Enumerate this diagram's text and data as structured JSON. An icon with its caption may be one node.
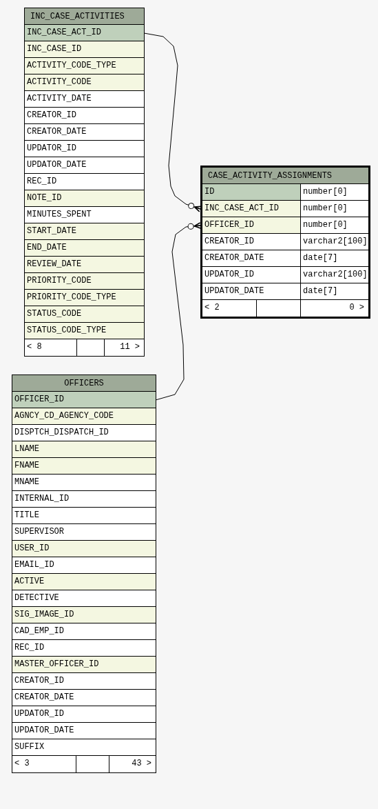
{
  "diagram": {
    "nodes": [
      {
        "text": [
          "INC_CASE_ACTIVITIES"
        ]
      },
      {
        "text": [
          "INC_CASE_ACT_ID"
        ],
        "in": 0
      },
      {
        "text": [
          "INC_CASE_ID"
        ],
        "in": 0
      },
      {
        "text": [
          "ACTIVITY_CODE_TYPE"
        ],
        "in": 0
      },
      {
        "text": [
          "ACTIVITY_CODE"
        ],
        "in": 0
      },
      {
        "text": [
          "ACTIVITY_DATE"
        ],
        "in": 0
      },
      {
        "text": [
          "CREATOR_ID"
        ],
        "in": 0
      },
      {
        "text": [
          "CREATOR_DATE"
        ],
        "in": 0
      },
      {
        "text": [
          "UPDATOR_ID"
        ],
        "in": 0
      },
      {
        "text": [
          "UPDATOR_DATE"
        ],
        "in": 0
      },
      {
        "text": [
          "REC_ID"
        ],
        "in": 0
      },
      {
        "text": [
          "NOTE_ID"
        ],
        "in": 0
      },
      {
        "text": [
          "MINUTES_SPENT"
        ],
        "in": 0
      },
      {
        "text": [
          "START_DATE"
        ],
        "in": 0
      },
      {
        "text": [
          "END_DATE"
        ],
        "in": 0
      },
      {
        "text": [
          "REVIEW_DATE"
        ],
        "in": 0
      },
      {
        "text": [
          "PRIORITY_CODE"
        ],
        "in": 0
      },
      {
        "text": [
          "PRIORITY_CODE_TYPE"
        ],
        "in": 0
      },
      {
        "text": [
          "STATUS_CODE"
        ],
        "in": 0
      },
      {
        "text": [
          "STATUS_CODE_TYPE"
        ],
        "in": 0
      },
      {
        "text": [
          "< 8",
          "11 >"
        ],
        "in": 0
      },
      {
        "text": [
          "CASE_ACTIVITY_ASSIGNMENTS"
        ]
      },
      {
        "text": [
          "ID",
          "number[0]"
        ],
        "in": 21
      },
      {
        "text": [
          "INC_CASE_ACT_ID",
          "number[0]"
        ],
        "in": 21
      },
      {
        "text": [
          "OFFICER_ID",
          "number[0]"
        ],
        "in": 21
      },
      {
        "text": [
          "CREATOR_ID",
          "varchar2[100]"
        ],
        "in": 21
      },
      {
        "text": [
          "CREATOR_DATE",
          "date[7]"
        ],
        "in": 21
      },
      {
        "text": [
          "UPDATOR_ID",
          "varchar2[100]"
        ],
        "in": 21
      },
      {
        "text": [
          "UPDATOR_DATE",
          "date[7]"
        ],
        "in": 21
      },
      {
        "text": [
          "< 2",
          "0 >"
        ],
        "in": 21
      },
      {
        "text": [
          "OFFICERS"
        ]
      },
      {
        "text": [
          "OFFICER_ID"
        ],
        "in": 30
      },
      {
        "text": [
          "AGNCY_CD_AGENCY_CODE"
        ],
        "in": 30
      },
      {
        "text": [
          "DISPTCH_DISPATCH_ID"
        ],
        "in": 30
      },
      {
        "text": [
          "LNAME"
        ],
        "in": 30
      },
      {
        "text": [
          "FNAME"
        ],
        "in": 30
      },
      {
        "text": [
          "MNAME"
        ],
        "in": 30
      },
      {
        "text": [
          "INTERNAL_ID"
        ],
        "in": 30
      },
      {
        "text": [
          "TITLE"
        ],
        "in": 30
      },
      {
        "text": [
          "SUPERVISOR"
        ],
        "in": 30
      },
      {
        "text": [
          "USER_ID"
        ],
        "in": 30
      },
      {
        "text": [
          "EMAIL_ID"
        ],
        "in": 30
      },
      {
        "text": [
          "ACTIVE"
        ],
        "in": 30
      },
      {
        "text": [
          "DETECTIVE"
        ],
        "in": 30
      },
      {
        "text": [
          "SIG_IMAGE_ID"
        ],
        "in": 30
      },
      {
        "text": [
          "CAD_EMP_ID"
        ],
        "in": 30
      },
      {
        "text": [
          "REC_ID"
        ],
        "in": 30
      },
      {
        "text": [
          "MASTER_OFFICER_ID"
        ],
        "in": 30
      },
      {
        "text": [
          "CREATOR_ID"
        ],
        "in": 30
      },
      {
        "text": [
          "CREATOR_DATE"
        ],
        "in": 30
      },
      {
        "text": [
          "UPDATOR_ID"
        ],
        "in": 30
      },
      {
        "text": [
          "UPDATOR_DATE"
        ],
        "in": 30
      },
      {
        "text": [
          "SUFFIX"
        ],
        "in": 30
      },
      {
        "text": [
          "< 3",
          "43 >"
        ],
        "in": 30
      }
    ],
    "edges": [
      {
        "from": 1,
        "to": 23,
        "arrow": "other"
      },
      {
        "from": 31,
        "to": 24,
        "arrow": "other"
      }
    ]
  }
}
